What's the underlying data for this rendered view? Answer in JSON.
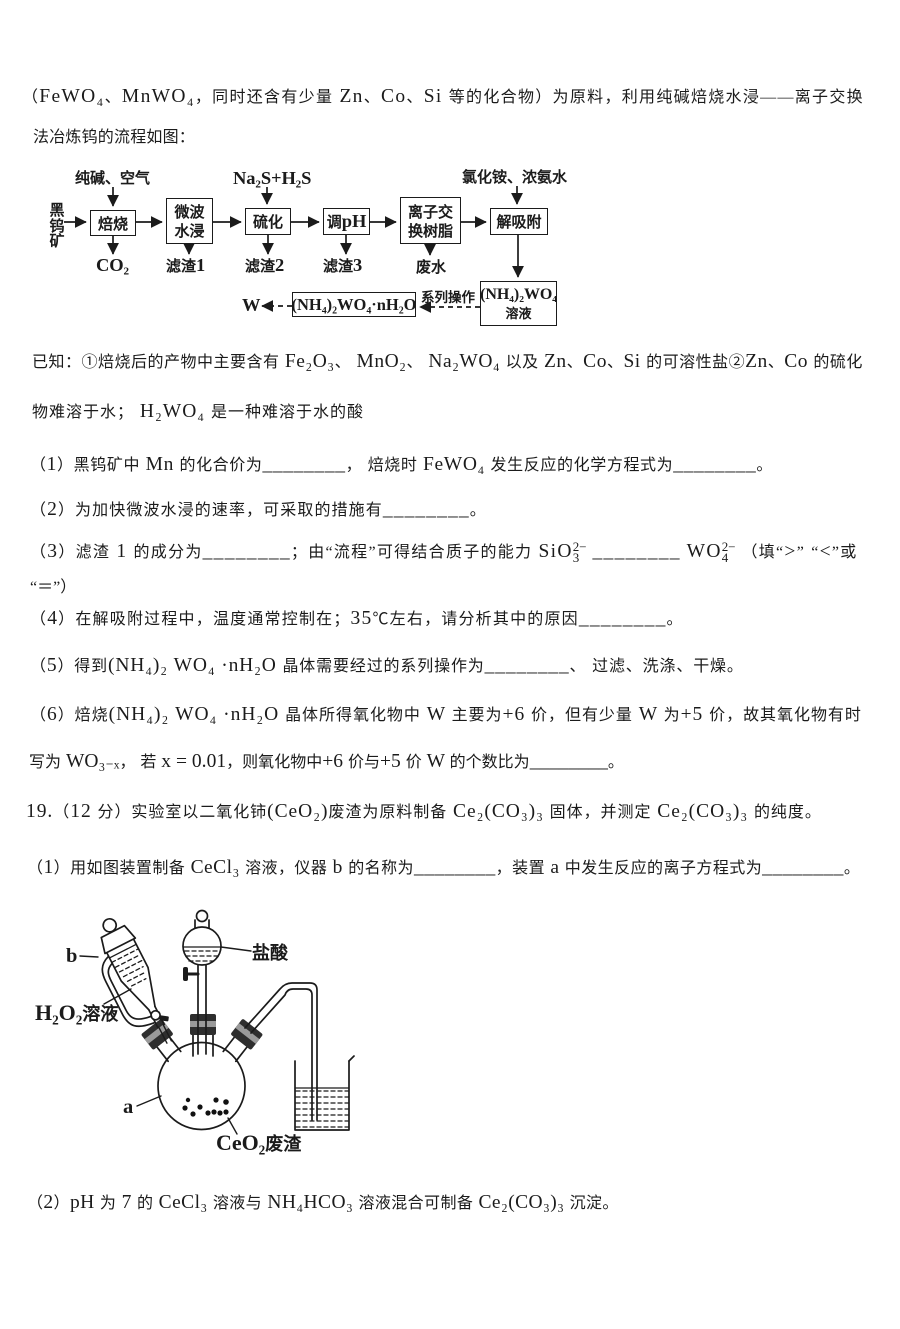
{
  "document": {
    "type": "chemistry-exam-page",
    "language": "zh-CN",
    "background": "#ffffff",
    "ink_color": "#1b1b1b"
  },
  "intro": {
    "line1": "（FeWO₄、MnWO₄，同时还含有少量 Zn、Co、Si 等的化合物）为原料，利用纯碱焙烧水浸——离子交换",
    "line2": "法冶炼钨的流程如图："
  },
  "flowchart": {
    "feed": "黑钨矿",
    "inputs": {
      "roast_in": "纯碱、空气",
      "sulfide_in": "Na₂S+H₂S",
      "desorb_in": "氯化铵、浓氨水"
    },
    "steps": {
      "roast": "焙烧",
      "leach": "微波\n水浸",
      "sulfide": "硫化",
      "adjust_ph": "调pH",
      "resin": "离子交\n换树脂",
      "desorb": "解吸附"
    },
    "outputs": {
      "roast_out": "CO₂",
      "leach_out": "滤渣1",
      "sulfide_out": "滤渣2",
      "ph_out": "滤渣3",
      "resin_out": "废水"
    },
    "solution_box": "(NH₄)₂WO₄\n溶液",
    "crystal_box": "(NH₄)₂WO₄·nH₂O",
    "series_label": "系列操作",
    "final_product": "W"
  },
  "known": {
    "line1": "已知：①焙烧后的产物中主要含有 Fe₂O₃、 MnO₂、 Na₂WO₄ 以及 Zn、Co、Si 的可溶性盐②Zn、Co 的硫化",
    "line2": "物难溶于水； H₂WO₄ 是一种难溶于水的酸"
  },
  "questions": {
    "q1": "（1）黑钨矿中 Mn 的化合价为________， 焙烧时 FeWO₄ 发生反应的化学方程式为________。",
    "q2": "（2）为加快微波水浸的速率，可采取的措施有________。",
    "q3": {
      "pre": "（3）滤渣 1 的成分为________；由“流程”可得结合质子的能力 ",
      "ion1_base": "SiO",
      "ion1_sup": "2−",
      "ion1_sub": "3",
      "blank": " ________ ",
      "ion2_base": "WO",
      "ion2_sup": "2−",
      "ion2_sub": "4",
      "post": " （填“>” “<”或"
    },
    "q3_cont": "“＝”）",
    "q4": "（4）在解吸附过程中，温度通常控制在；35℃左右，请分析其中的原因________。",
    "q5": "（5）得到(NH₄)₂ WO₄ ·nH₂O 晶体需要经过的系列操作为________、 过滤、洗涤、干燥。",
    "q6_line1": "（6）焙烧(NH₄)₂ WO₄ ·nH₂O 晶体所得氧化物中 W 主要为+6 价，但有少量 W 为+5 价，故其氧化物有时",
    "q6_line2": "写为 WO₃₋ₓ， 若 x = 0.01，则氧化物中+6 价与+5 价 W 的个数比为________。"
  },
  "q19": {
    "header": "19.（12 分）实验室以二氧化铈(CeO₂)废渣为原料制备 Ce₂(CO₃)₃ 固体，并测定 Ce₂(CO₃)₃ 的纯度。",
    "part1": "（1）用如图装置制备 CeCl₃ 溶液，仪器 b 的名称为________，装置 a 中发生反应的离子方程式为________。",
    "part2": "（2）pH 为 7 的 CeCl₃ 溶液与 NH₄HCO₃ 溶液混合可制备 Ce₂(CO₃)₃ 沉淀。"
  },
  "apparatus": {
    "labels": {
      "b": "b",
      "hcl": "盐酸",
      "h2o2": "H₂O₂溶液",
      "a": "a",
      "residue": "CeO₂废渣"
    }
  }
}
